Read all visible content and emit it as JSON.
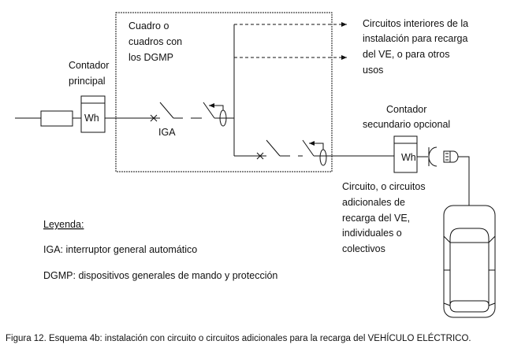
{
  "diagram": {
    "box_label": [
      "Cuadro o",
      "cuadros con",
      "los DGMP"
    ],
    "main_meter_label": [
      "Contador",
      "principal"
    ],
    "meter_symbol": "Wh",
    "iga_label": "IGA",
    "interior_circuits": [
      "Circuitos interiores de la",
      "instalación para recarga",
      "del VE, o para otros",
      "usos"
    ],
    "secondary_meter_label": [
      "Contador",
      "secundario opcional"
    ],
    "additional_circuits": [
      "Circuito, o circuitos",
      "adicionales de",
      "recarga del VE,",
      "individuales o",
      "colectivos"
    ]
  },
  "legend": {
    "title": "Leyenda:",
    "items": [
      "IGA: interruptor general automático",
      "DGMP: dispositivos generales de mando y protección"
    ]
  },
  "caption": "Figura 12. Esquema 4b: instalación con circuito o circuitos adicionales para la recarga del VEHÍCULO ELÉCTRICO."
}
